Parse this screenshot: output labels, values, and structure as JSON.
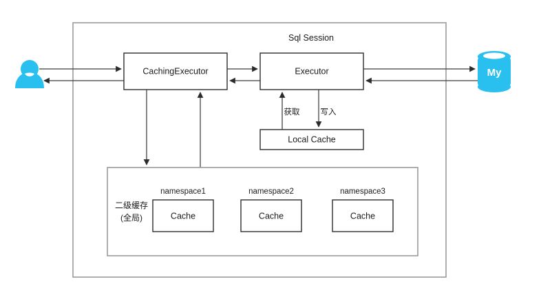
{
  "diagram": {
    "title": "Sql Session",
    "actors": {
      "user": {
        "icon": "user-icon",
        "color": "#29c0f0"
      },
      "database": {
        "icon": "mysql-database-icon",
        "label": "My",
        "color": "#29c0f0"
      }
    },
    "nodes": {
      "caching_executor": "CachingExecutor",
      "executor": "Executor",
      "local_cache": "Local Cache"
    },
    "edge_labels": {
      "fetch": "获取",
      "write": "写入"
    },
    "second_level_cache": {
      "label_line1": "二级缓存",
      "label_line2": "(全局)",
      "namespaces": [
        {
          "name": "namespace1",
          "cache_label": "Cache"
        },
        {
          "name": "namespace2",
          "cache_label": "Cache"
        },
        {
          "name": "namespace3",
          "cache_label": "Cache"
        }
      ]
    }
  }
}
